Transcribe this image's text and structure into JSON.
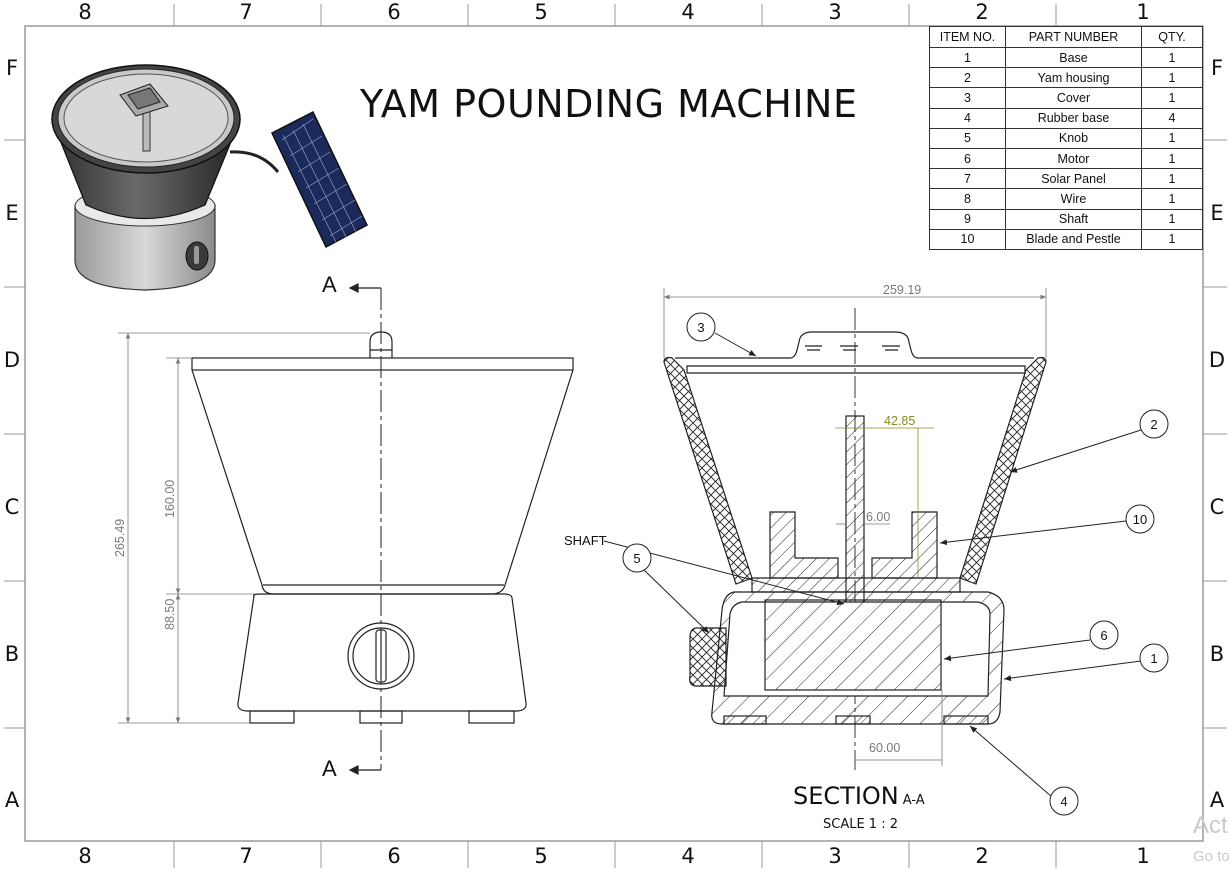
{
  "title": "YAM POUNDING MACHINE",
  "zones": {
    "columns": [
      "8",
      "7",
      "6",
      "5",
      "4",
      "3",
      "2",
      "1"
    ],
    "rows": [
      "F",
      "E",
      "D",
      "C",
      "B",
      "A"
    ]
  },
  "bom": {
    "headers": [
      "ITEM NO.",
      "PART NUMBER",
      "QTY."
    ],
    "rows": [
      [
        "1",
        "Base",
        "1"
      ],
      [
        "2",
        "Yam housing",
        "1"
      ],
      [
        "3",
        "Cover",
        "1"
      ],
      [
        "4",
        "Rubber base",
        "4"
      ],
      [
        "5",
        "Knob",
        "1"
      ],
      [
        "6",
        "Motor",
        "1"
      ],
      [
        "7",
        "Solar Panel",
        "1"
      ],
      [
        "8",
        "Wire",
        "1"
      ],
      [
        "9",
        "Shaft",
        "1"
      ],
      [
        "10",
        "Blade and Pestle",
        "1"
      ]
    ]
  },
  "front_view": {
    "section_mark": "A",
    "dim_total_height": "265.49",
    "dim_housing_height": "160.00",
    "dim_base_height": "88.50"
  },
  "section_view": {
    "dim_width": "259.19",
    "dim_blade": "42.85",
    "dim_shaft": "6.00",
    "dim_motor": "60.00",
    "shaft_label": "SHAFT",
    "balloons": [
      "3",
      "2",
      "10",
      "5",
      "6",
      "1",
      "4"
    ],
    "title": "SECTION",
    "title_suffix": "A-A",
    "scale": "SCALE  1 : 2"
  },
  "watermark": {
    "line1": "Act",
    "line2": "Go to"
  },
  "colors": {
    "line": "#222222",
    "dimension": "#7a7a7a",
    "dimension_highlight": "#8a8a1a",
    "frame": "#9a9a9a",
    "solar_panel": "#1b2a5a"
  }
}
